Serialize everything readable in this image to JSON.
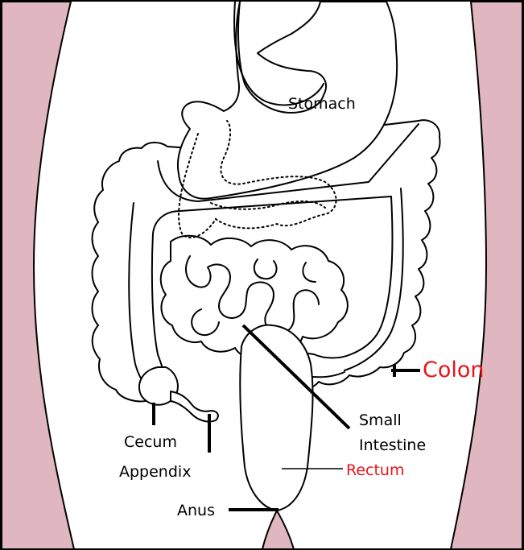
{
  "colors": {
    "skin": "#e0b6c0",
    "outline": "#000000",
    "highlight_label": "#e8141b"
  },
  "labels": {
    "stomach": "Stomach",
    "colon": "Colon",
    "small_intestine_line1": "Small",
    "small_intestine_line2": "Intestine",
    "cecum": "Cecum",
    "appendix": "Appendix",
    "rectum": "Rectum",
    "anus": "Anus"
  }
}
